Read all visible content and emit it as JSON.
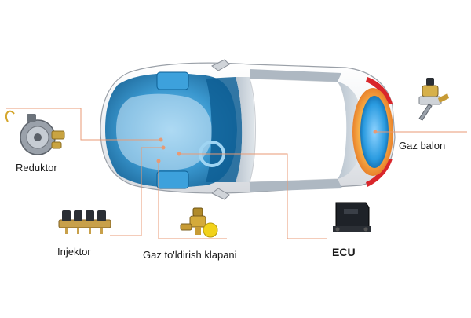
{
  "diagram": {
    "components": {
      "reduktor": {
        "label": "Reduktor",
        "icon": "pressure-reducer-icon"
      },
      "injektor": {
        "label": "Injektor",
        "icon": "injector-rail-icon"
      },
      "klapan": {
        "label": "Gaz to'ldirish klapani",
        "icon": "filling-valve-icon"
      },
      "ecu": {
        "label": "ECU",
        "icon": "ecu-module-icon"
      },
      "balon": {
        "label": "Gaz balon",
        "icon": "gas-tank-valve-icon"
      }
    },
    "colors": {
      "leader_line": "#e89a74",
      "car_body": "#f4f5f7",
      "engine_blue": "#1e8fcf",
      "tank_blue": "#2a9be0",
      "tank_glow": "#f08a2c",
      "brake_light": "#d9262b"
    }
  }
}
